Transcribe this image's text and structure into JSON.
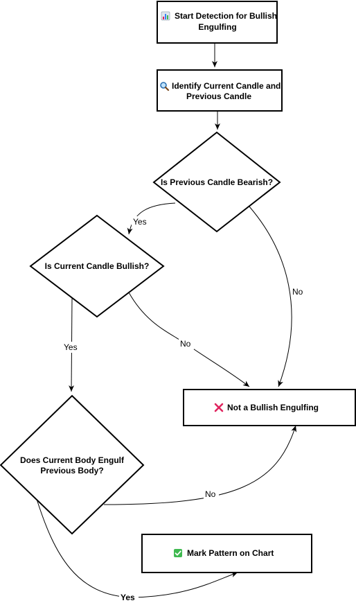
{
  "nodes": {
    "start": {
      "icon": "bar-chart-icon",
      "line1": "Start Detection for Bullish",
      "line2": "Engulfing"
    },
    "identify": {
      "icon": "magnifier-icon",
      "line1": "Identify Current Candle and",
      "line2": "Previous Candle"
    },
    "prev_bearish": {
      "text": "Is Previous Candle Bearish?"
    },
    "curr_bullish": {
      "text": "Is Current Candle Bullish?"
    },
    "body_engulf": {
      "line1": "Does Current Body Engulf",
      "line2": "Previous Body?"
    },
    "not_bullish": {
      "icon": "cross-mark-icon",
      "text": "Not a Bullish Engulfing"
    },
    "mark": {
      "icon": "check-mark-icon",
      "text": "Mark Pattern on Chart"
    }
  },
  "edges": {
    "prev_yes": "Yes",
    "prev_no": "No",
    "curr_yes": "Yes",
    "curr_no": "No",
    "engulf_no": "No",
    "engulf_yes": "Yes"
  },
  "colors": {
    "stroke": "#000000",
    "fill": "#ffffff",
    "cross": "#e0245e",
    "check_bg": "#3fb950",
    "chart_bg": "#dfe6ee"
  }
}
